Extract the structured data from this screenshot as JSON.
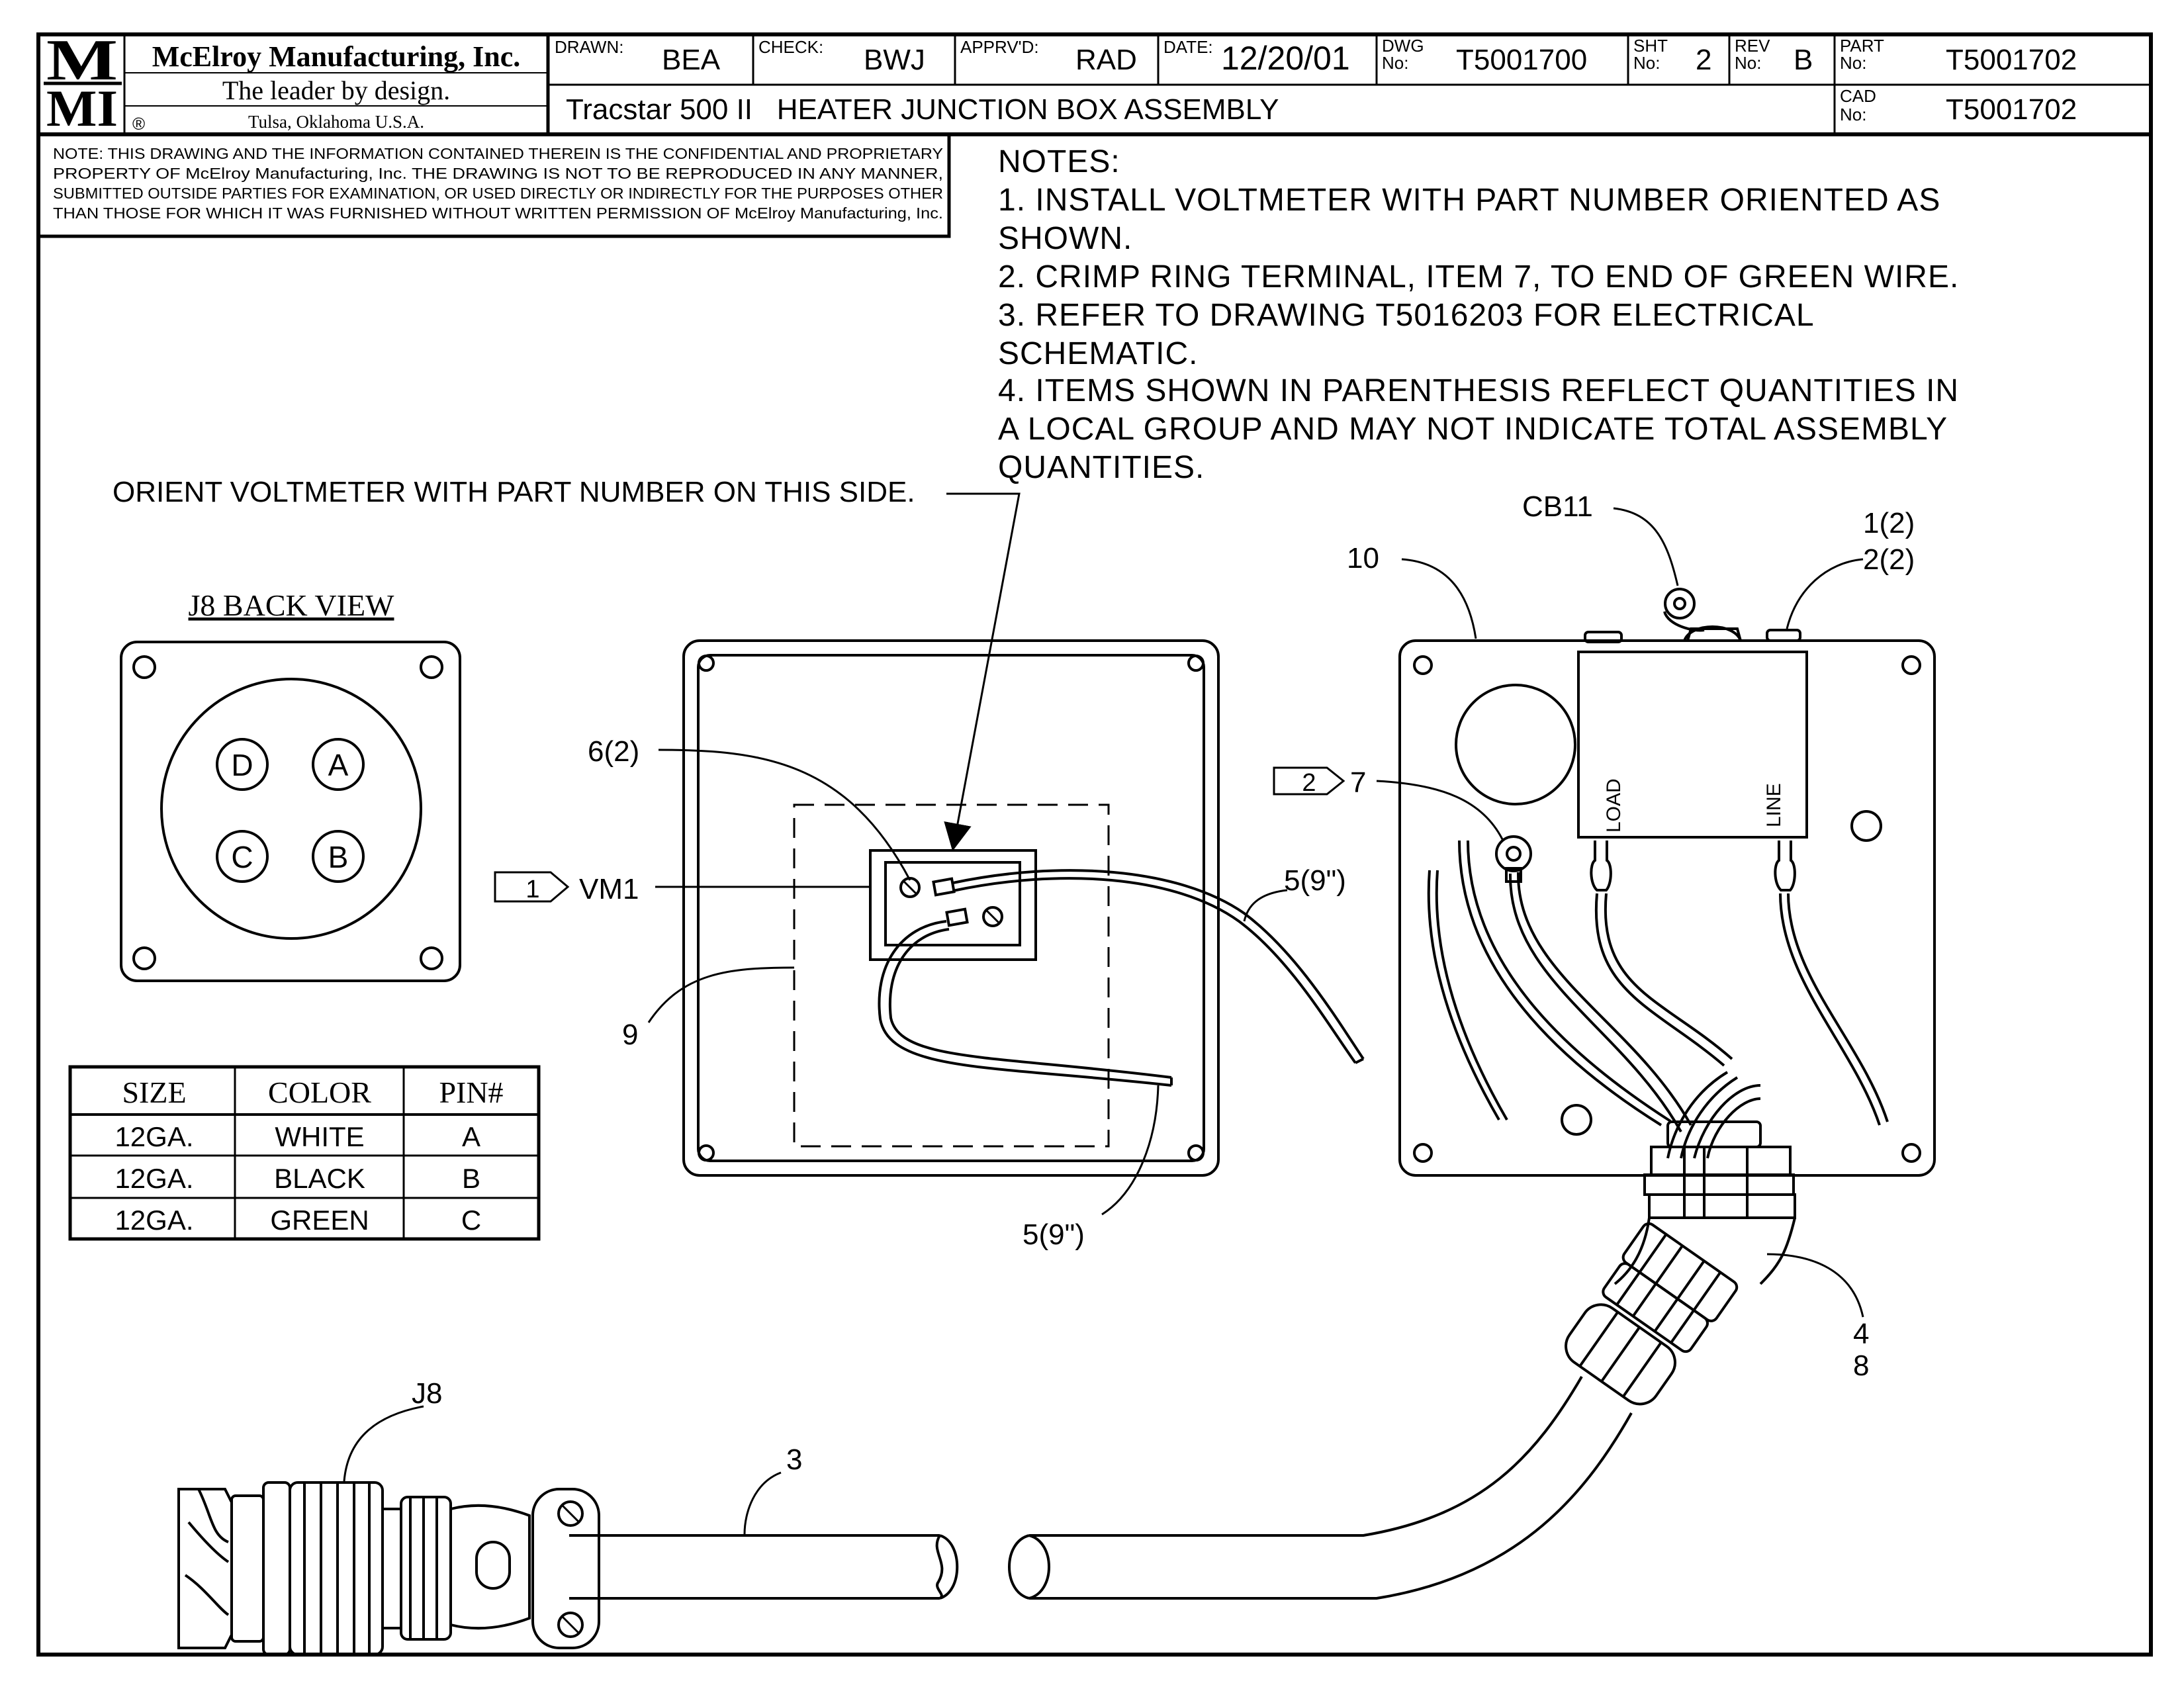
{
  "title_block": {
    "logo_top": "M",
    "logo_bottom": "MI",
    "company": "McElroy Manufacturing, Inc.",
    "tagline": "The leader by design.",
    "registered": "®",
    "location": "Tulsa, Oklahoma U.S.A.",
    "drawn_label": "DRAWN:",
    "drawn_value": "BEA",
    "check_label": "CHECK:",
    "check_value": "BWJ",
    "apprvd_label": "APPRV'D:",
    "apprvd_value": "RAD",
    "date_label": "DATE:",
    "date_value": "12/20/01",
    "dwg_label_1": "DWG",
    "dwg_label_2": "No:",
    "dwg_value": "T5001700",
    "sht_label_1": "SHT",
    "sht_label_2": "No:",
    "sht_value": "2",
    "rev_label_1": "REV",
    "rev_label_2": "No:",
    "rev_value": "B",
    "part_label_1": "PART",
    "part_label_2": "No:",
    "part_value": "T5001702",
    "cad_label_1": "CAD",
    "cad_label_2": "No:",
    "cad_value": "T5001702",
    "drawing_title": "Tracstar 500 II   HEATER JUNCTION BOX ASSEMBLY"
  },
  "confidential": [
    "NOTE: THIS DRAWING AND THE INFORMATION CONTAINED THEREIN IS THE CONFIDENTIAL AND PROPRIETARY",
    "PROPERTY OF McElroy Manufacturing, Inc. THE DRAWING IS NOT TO BE REPRODUCED IN ANY MANNER,",
    "SUBMITTED OUTSIDE PARTIES FOR EXAMINATION, OR USED DIRECTLY OR INDIRECTLY FOR THE PURPOSES OTHER",
    "THAN THOSE FOR WHICH IT WAS FURNISHED WITHOUT WRITTEN PERMISSION OF McElroy Manufacturing, Inc."
  ],
  "notes": [
    "NOTES:",
    "1. INSTALL VOLTMETER WITH PART NUMBER ORIENTED AS",
    "SHOWN.",
    "2. CRIMP RING TERMINAL, ITEM 7, TO END OF GREEN WIRE.",
    "3. REFER TO DRAWING T5016203 FOR ELECTRICAL",
    "SCHEMATIC.",
    "4. ITEMS SHOWN IN PARENTHESIS REFLECT QUANTITIES IN",
    "A LOCAL GROUP AND MAY NOT INDICATE TOTAL ASSEMBLY",
    "QUANTITIES."
  ],
  "orient_note": "ORIENT VOLTMETER WITH PART NUMBER ON THIS SIDE.",
  "j8_view_title": "J8 BACK VIEW",
  "pins": [
    "D",
    "A",
    "C",
    "B"
  ],
  "wire_table": {
    "headers": [
      "SIZE",
      "COLOR",
      "PIN#"
    ],
    "rows": [
      [
        "12GA.",
        "WHITE",
        "A"
      ],
      [
        "12GA.",
        "BLACK",
        "B"
      ],
      [
        "12GA.",
        "GREEN",
        "C"
      ]
    ]
  },
  "callouts": {
    "item_6": "6(2)",
    "flag_1": "1",
    "vm1": "VM1",
    "item_9": "9",
    "item_5_upper": "5(9\")",
    "item_5_lower": "5(9\")",
    "cb11": "CB11",
    "item_10": "10",
    "item_1": "1(2)",
    "item_2": "2(2)",
    "flag_2": "2",
    "item_7": "7",
    "load": "LOAD",
    "line": "LINE",
    "item_4": "4",
    "item_8": "8",
    "j8": "J8",
    "item_3": "3"
  }
}
